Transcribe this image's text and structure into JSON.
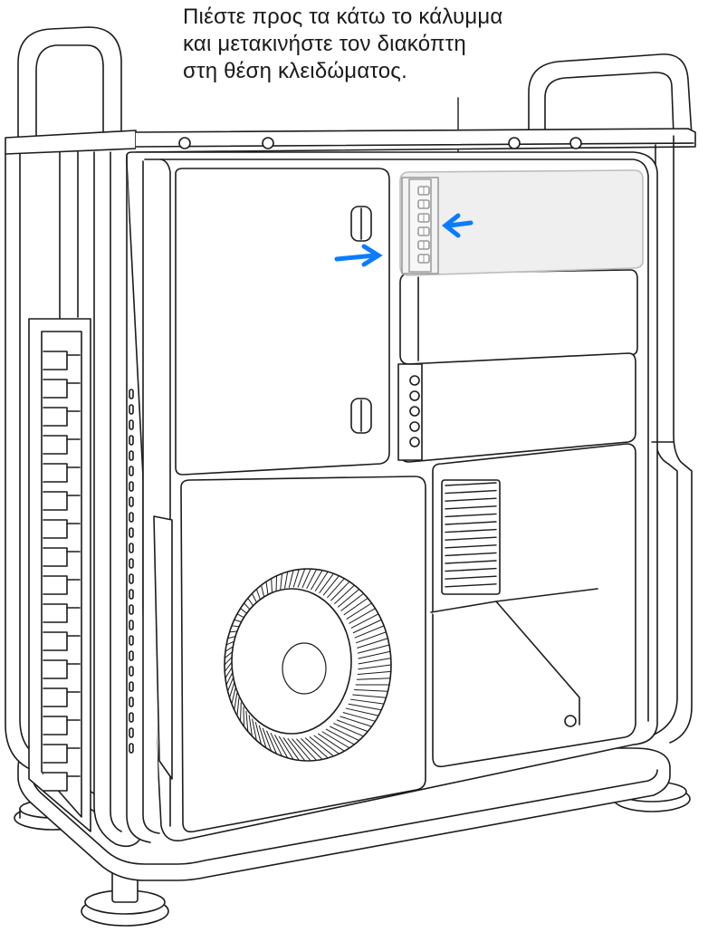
{
  "callout": {
    "lines": [
      "Πιέστε προς τα κάτω το κάλυμμα",
      "και μετακινήστε τον διακόπτη",
      "στη θέση κλειδώματος."
    ]
  },
  "colors": {
    "arrow": "#0a7cff",
    "line": "#1c1c1c",
    "highlight": "#efefef"
  },
  "icons": {
    "push_arrow": "arrow-right-icon",
    "slide_arrow": "arrow-left-icon"
  }
}
